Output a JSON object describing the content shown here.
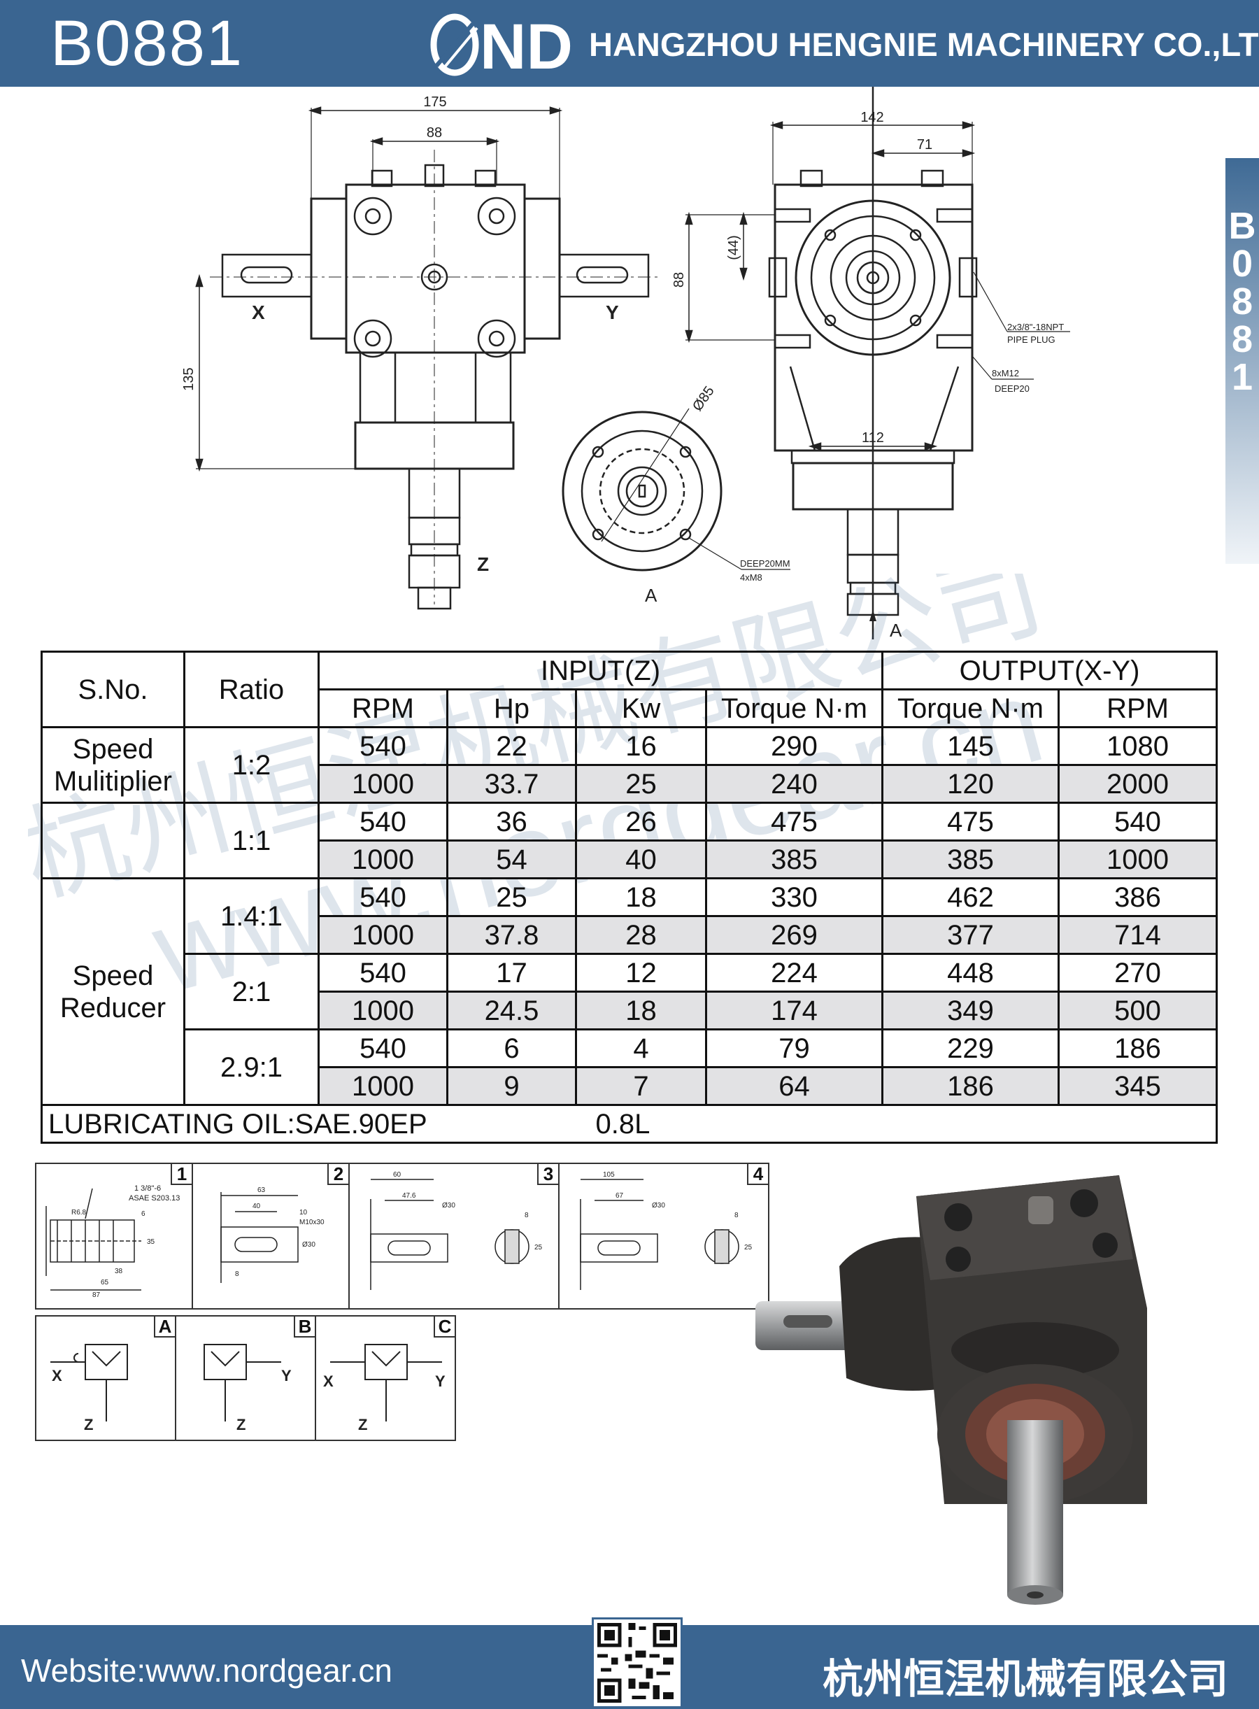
{
  "header": {
    "model": "B0881",
    "company": "HANGZHOU HENGNIE MACHINERY CO.,LTD",
    "logo": "ND"
  },
  "side_tab": "B0881",
  "drawing": {
    "dims": {
      "width_total": "175",
      "bolt_spacing": "88",
      "height_shaft": "135",
      "side_width": "142",
      "side_half": "71",
      "side_height": "88",
      "side_center": "(44)",
      "base_width": "112",
      "flange_dia": "Ø85"
    },
    "labels": {
      "x": "X",
      "y": "Y",
      "z": "Z",
      "view_a_front": "A",
      "view_a_side": "A",
      "pipe_plug_1": "2x3/8\"-18NPT",
      "pipe_plug_2": "PIPE PLUG",
      "bolt_1": "8xM12",
      "bolt_2": "DEEP20",
      "flange_1": "DEEP20MM",
      "flange_2": "4xM8"
    }
  },
  "watermark": {
    "cn": "杭州恒涅机械有限公司",
    "url": "www.nordgear.cn"
  },
  "table": {
    "col_sno": "S.No.",
    "col_ratio": "Ratio",
    "group_input": "INPUT(Z)",
    "group_output": "OUTPUT(X-Y)",
    "sub_headers": [
      "RPM",
      "Hp",
      "Kw",
      "Torque N·m",
      "Torque N·m",
      "RPM"
    ],
    "groups": {
      "multiplier_1": "Speed",
      "multiplier_2": "Mulitiplier",
      "reducer_1": "Speed",
      "reducer_2": "Reducer"
    },
    "ratios": [
      "1:2",
      "1:1",
      "1.4:1",
      "2:1",
      "2.9:1"
    ],
    "rows": [
      [
        "540",
        "22",
        "16",
        "290",
        "145",
        "1080"
      ],
      [
        "1000",
        "33.7",
        "25",
        "240",
        "120",
        "2000"
      ],
      [
        "540",
        "36",
        "26",
        "475",
        "475",
        "540"
      ],
      [
        "1000",
        "54",
        "40",
        "385",
        "385",
        "1000"
      ],
      [
        "540",
        "25",
        "18",
        "330",
        "462",
        "386"
      ],
      [
        "1000",
        "37.8",
        "28",
        "269",
        "377",
        "714"
      ],
      [
        "540",
        "17",
        "12",
        "224",
        "448",
        "270"
      ],
      [
        "1000",
        "24.5",
        "18",
        "174",
        "349",
        "500"
      ],
      [
        "540",
        "6",
        "4",
        "79",
        "229",
        "186"
      ],
      [
        "1000",
        "9",
        "7",
        "64",
        "186",
        "345"
      ]
    ],
    "oil_label": "LUBRICATING OIL:SAE.90EP",
    "oil_value": "0.8L"
  },
  "shaft_details": {
    "d1": {
      "num": "1",
      "t1": "1 3/8\"-6",
      "t2": "ASAE S203.13",
      "t3": "R6.8",
      "t4": "6",
      "t5": "35",
      "t6": "38",
      "t7": "65",
      "t8": "87"
    },
    "d2": {
      "num": "2",
      "t1": "63",
      "t2": "40",
      "t3": "10",
      "t4": "M10x30",
      "t5": "Ø30",
      "t6": "8"
    },
    "d3": {
      "num": "3",
      "t1": "60",
      "t2": "47.6",
      "t3": "Ø30",
      "t4": "8",
      "t5": "25"
    },
    "d4": {
      "num": "4",
      "t1": "105",
      "t2": "67",
      "t3": "Ø30",
      "t4": "8",
      "t5": "25"
    }
  },
  "arrangements": [
    {
      "letter": "A",
      "x": "X",
      "y": "",
      "z": "Z"
    },
    {
      "letter": "B",
      "x": "",
      "y": "Y",
      "z": "Z"
    },
    {
      "letter": "C",
      "x": "X",
      "y": "Y",
      "z": "Z"
    }
  ],
  "footer": {
    "website": "Website:www.nordgear.cn",
    "company_cn": "杭州恒涅机械有限公司"
  },
  "colors": {
    "brand_blue": "#3a6591",
    "table_alt": "#e2e2e4",
    "casting": "#3a3836"
  }
}
